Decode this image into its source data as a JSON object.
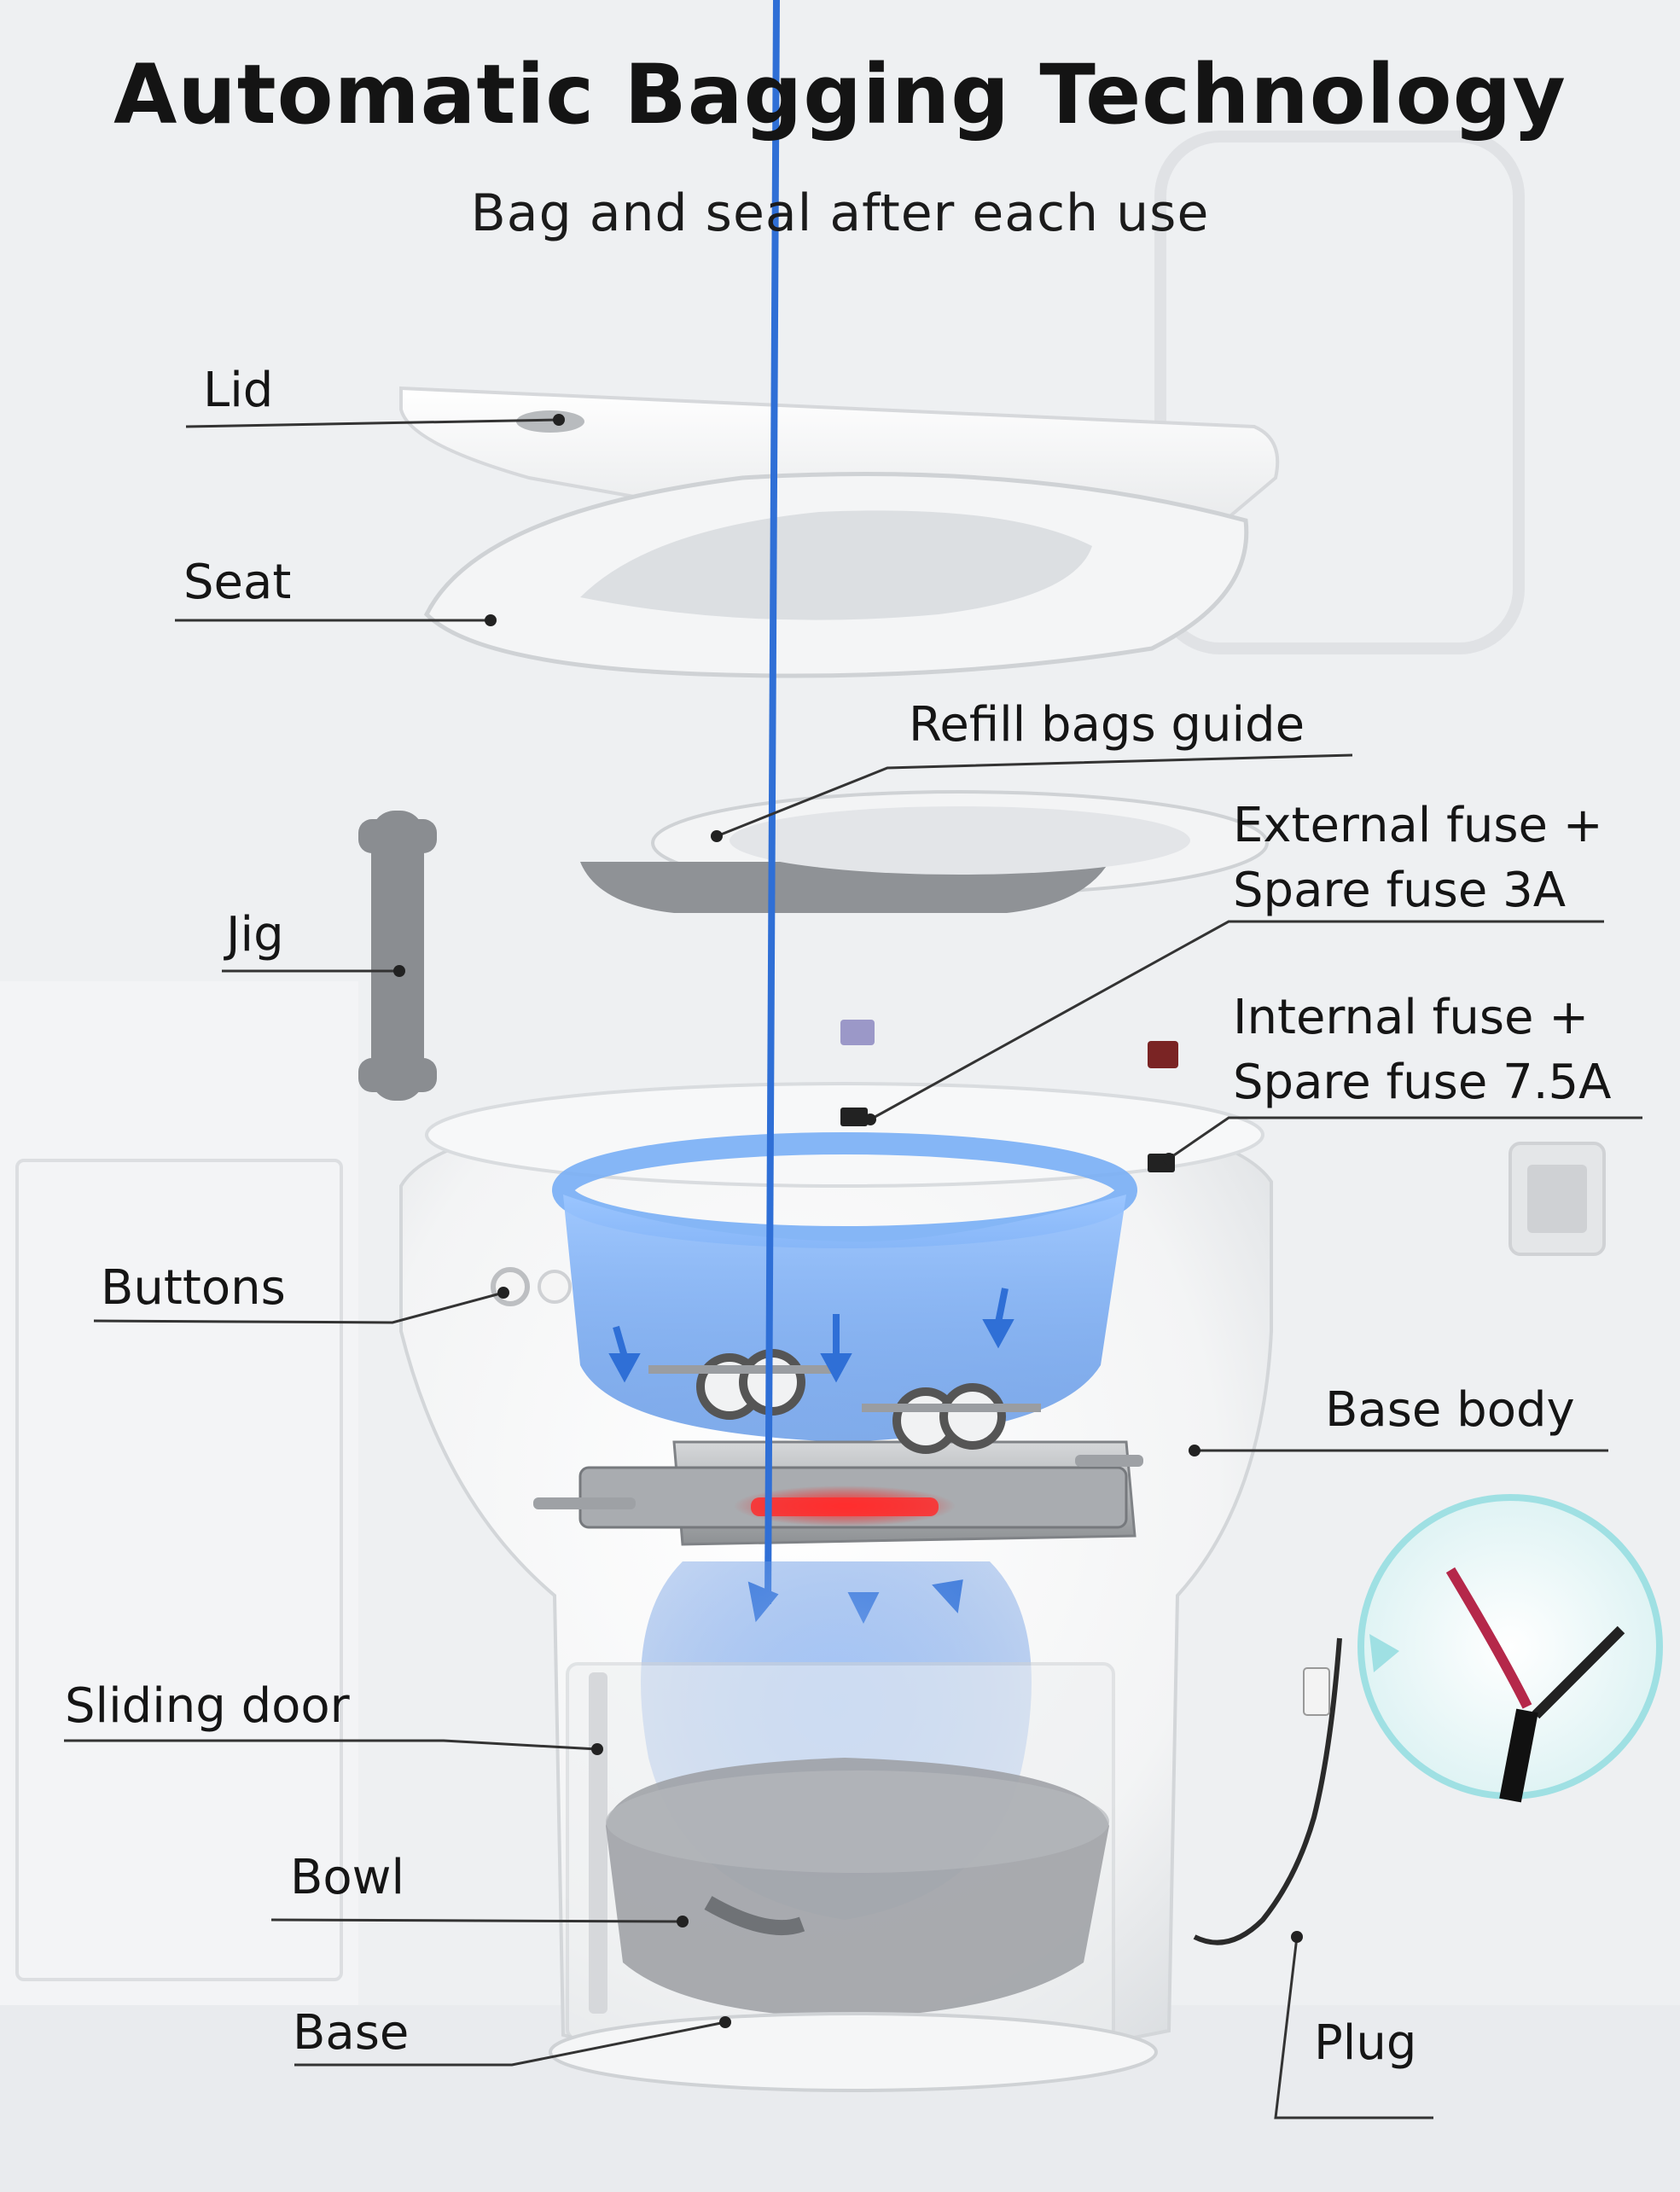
{
  "header": {
    "title": "Automatic Bagging Technology",
    "subtitle": "Bag and seal after each use"
  },
  "labels": {
    "lid": "Lid",
    "seat": "Seat",
    "refill_bags_guide": "Refill bags guide",
    "external_fuse_line1": "External fuse +",
    "external_fuse_line2": "Spare fuse 3A",
    "jig": "Jig",
    "internal_fuse_line1": "Internal fuse +",
    "internal_fuse_line2": "Spare fuse 7.5A",
    "buttons": "Buttons",
    "base_body": "Base body",
    "sliding_door": "Sliding door",
    "bowl": "Bowl",
    "base": "Base",
    "plug": "Plug"
  },
  "colors": {
    "text": "#151515",
    "leader_line": "#333333",
    "bag_blue": "#4f8fe6",
    "heat_red": "#ff2a2a",
    "product_white": "#fbfbfb",
    "shadow_gray": "#9a9c9f"
  }
}
